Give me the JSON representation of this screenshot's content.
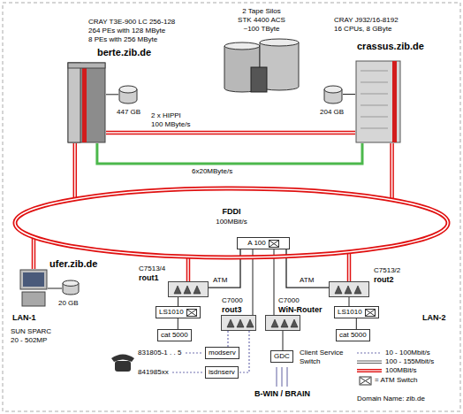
{
  "diagram": {
    "nodes": [
      {
        "text": [
          "CRAY T3E-900 LC 256-128",
          "264 PEs with 128 MByte",
          "8 PEs with 256 MByte",
          "berte.zib.de"
        ]
      },
      {
        "text": [
          "447 GB"
        ]
      },
      {
        "text": [
          "2 Tape Silos STK 4400 ACS ~100 TByte"
        ]
      },
      {
        "text": [
          "CRAY J932/16-8192",
          "16 CPUs, 8 GByte",
          "crassus.zib.de"
        ]
      },
      {
        "text": [
          "204 GB"
        ]
      },
      {
        "text": [
          "FDDI",
          "100MBit/s"
        ]
      },
      {
        "text": [
          "ufer.zib.de",
          "SUN SPARC 20 - 502MP"
        ]
      },
      {
        "text": [
          "20 GB"
        ]
      },
      {
        "text": [
          "C7513/4",
          "rout1"
        ]
      },
      {
        "text": [
          "C7513/2",
          "rout2"
        ]
      },
      {
        "text": [
          "A 100"
        ],
        "in": 5
      },
      {
        "text": [
          "LS1010"
        ]
      },
      {
        "text": [
          "LS1010"
        ]
      },
      {
        "text": [
          "cat 5000"
        ]
      },
      {
        "text": [
          "cat 5000"
        ]
      },
      {
        "text": [
          "C7000",
          "rout3"
        ]
      },
      {
        "text": [
          "C7000",
          "WiN-Router"
        ]
      },
      {
        "text": [
          "modserv"
        ]
      },
      {
        "text": [
          "isdnserv"
        ]
      },
      {
        "text": [
          "GDC",
          "Client Service Switch"
        ]
      }
    ],
    "edges": [
      {
        "from": 0,
        "to": 1,
        "arrow": "none"
      },
      {
        "from": 0,
        "to": 3,
        "label": "2 x HIPPI 100 MByte/s",
        "arrow": "none"
      },
      {
        "from": 0,
        "to": 3,
        "label": "6x20MByte/s",
        "arrow": "none"
      },
      {
        "from": 3,
        "to": 4,
        "arrow": "none"
      },
      {
        "from": 0,
        "to": 5,
        "arrow": "none"
      },
      {
        "from": 3,
        "to": 5,
        "arrow": "none"
      },
      {
        "from": 6,
        "to": 5,
        "arrow": "none"
      },
      {
        "from": 6,
        "to": 7,
        "arrow": "none"
      },
      {
        "from": 8,
        "to": 5,
        "arrow": "none"
      },
      {
        "from": 9,
        "to": 5,
        "arrow": "none"
      },
      {
        "from": 8,
        "to": 10,
        "label": "ATM",
        "arrow": "none"
      },
      {
        "from": 9,
        "to": 10,
        "label": "ATM",
        "arrow": "none"
      },
      {
        "from": 8,
        "to": 11,
        "arrow": "none"
      },
      {
        "from": 9,
        "to": 12,
        "arrow": "none"
      },
      {
        "from": 11,
        "to": 13,
        "arrow": "none"
      },
      {
        "from": 12,
        "to": 14,
        "arrow": "none"
      },
      {
        "from": 10,
        "to": 15,
        "arrow": "none"
      },
      {
        "from": 10,
        "to": 16,
        "arrow": "none"
      },
      {
        "from": 15,
        "to": 17,
        "arrow": "none"
      },
      {
        "from": 15,
        "to": 18,
        "arrow": "none"
      },
      {
        "from": 16,
        "to": 19,
        "arrow": "none"
      }
    ],
    "labels": [
      "831805-1 . . 5",
      "841985xx",
      "B-WIN / BRAIN",
      "LAN-1",
      "LAN-2",
      "Domain Name: zib.de"
    ],
    "legend": [
      {
        "text": "10 - 100Mbit/s"
      },
      {
        "text": "100 - 155Mbit/s"
      },
      {
        "text": "100MBit/s"
      },
      {
        "text": "= ATM Switch"
      }
    ]
  }
}
